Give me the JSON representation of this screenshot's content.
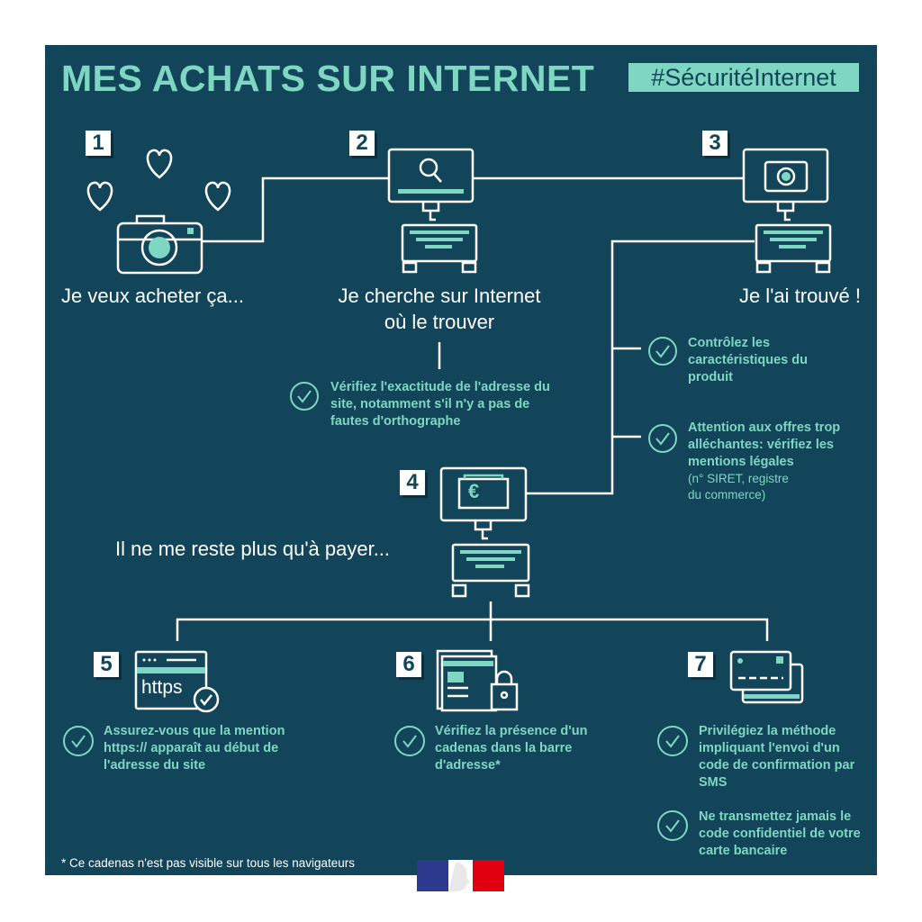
{
  "header": {
    "title": "MES ACHATS SUR INTERNET",
    "hashtag": "#SécuritéInternet"
  },
  "steps": [
    {
      "number": "1",
      "caption": "Je veux acheter ça..."
    },
    {
      "number": "2",
      "caption_line1": "Je cherche sur Internet",
      "caption_line2": "où le trouver",
      "tip": "Vérifiez l'exactitude de l'adresse du site, notamment s'il n'y a pas de fautes d'orthographe"
    },
    {
      "number": "3",
      "caption": "Je l'ai trouvé !",
      "tips": [
        {
          "text": "Contrôlez les caractéristiques du produit"
        },
        {
          "text": "Attention aux offres trop alléchantes: vérifiez les mentions légales",
          "note": "(n° SIRET, registre du commerce)"
        }
      ]
    },
    {
      "number": "4",
      "caption": "Il ne me reste plus qu'à payer...",
      "icon_text": "€"
    },
    {
      "number": "5",
      "icon_text": "https",
      "tip": "Assurez-vous que la mention https:// apparaît au début de l'adresse du site"
    },
    {
      "number": "6",
      "tip": "Vérifiez la présence d'un cadenas dans la barre d'adresse*"
    },
    {
      "number": "7",
      "tips": [
        "Privilégiez la méthode impliquant l'envoi d'un code de confirmation par SMS",
        "Ne transmettez jamais le code confidentiel de votre carte bancaire"
      ]
    }
  ],
  "footnote": "* Ce cadenas n'est pas visible sur tous les navigateurs",
  "colors": {
    "background": "#124559",
    "accent": "#7fd6c2",
    "line": "#ffffff"
  }
}
